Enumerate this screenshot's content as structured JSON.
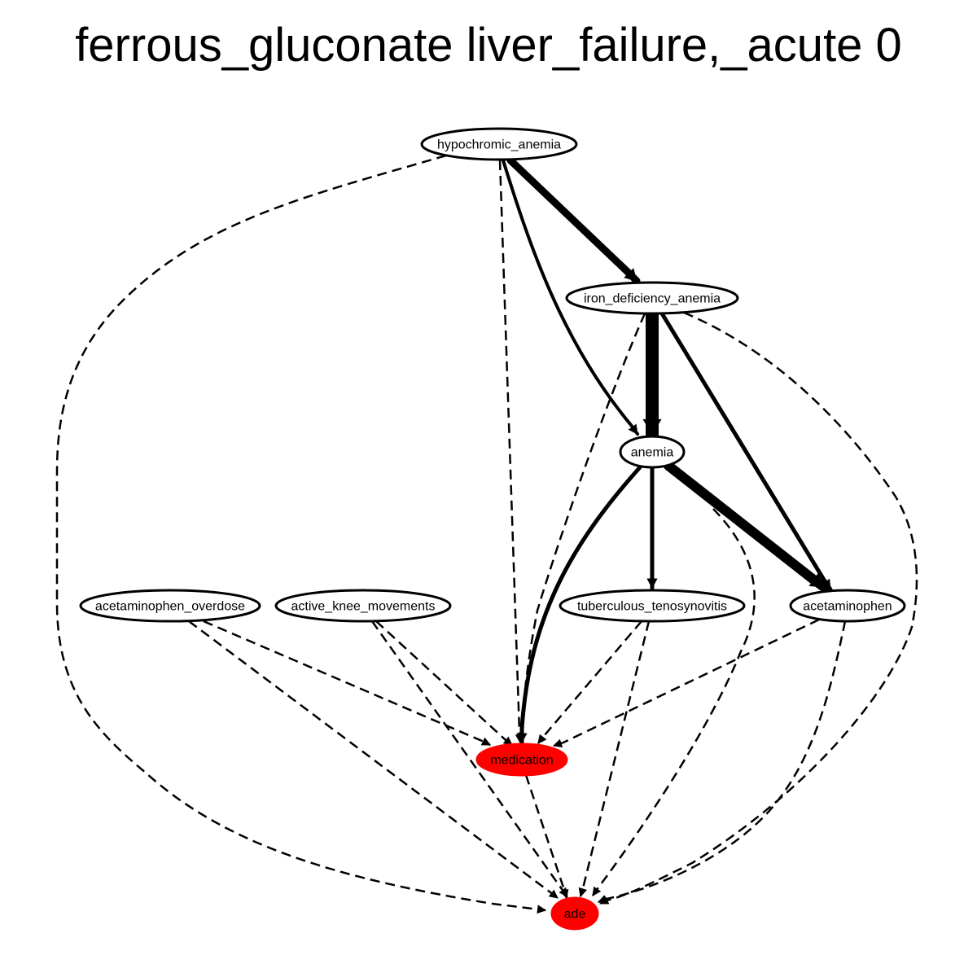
{
  "title": "ferrous_gluconate liver_failure,_acute 0",
  "colors": {
    "background": "#ffffff",
    "node_fill": "#ffffff",
    "node_stroke": "#000000",
    "highlight_fill": "#ff0000",
    "edge": "#000000"
  },
  "nodes": {
    "hypochromic_anemia": {
      "label": "hypochromic_anemia",
      "highlight": false
    },
    "iron_deficiency_anemia": {
      "label": "iron_deficiency_anemia",
      "highlight": false
    },
    "anemia": {
      "label": "anemia",
      "highlight": false
    },
    "acetaminophen_overdose": {
      "label": "acetaminophen_overdose",
      "highlight": false
    },
    "active_knee_movements": {
      "label": "active_knee_movements",
      "highlight": false
    },
    "tuberculous_tenosynovitis": {
      "label": "tuberculous_tenosynovitis",
      "highlight": false
    },
    "acetaminophen": {
      "label": "acetaminophen",
      "highlight": false
    },
    "medication": {
      "label": "medication",
      "highlight": true
    },
    "ade": {
      "label": "ade",
      "highlight": true
    }
  },
  "edges": [
    {
      "from": "hypochromic_anemia",
      "to": "iron_deficiency_anemia",
      "style": "solid",
      "weight": 9
    },
    {
      "from": "hypochromic_anemia",
      "to": "anemia",
      "style": "solid",
      "weight": 4
    },
    {
      "from": "hypochromic_anemia",
      "to": "medication",
      "style": "dashed",
      "weight": 2.5
    },
    {
      "from": "hypochromic_anemia",
      "to": "ade",
      "style": "dashed",
      "weight": 2.5
    },
    {
      "from": "iron_deficiency_anemia",
      "to": "anemia",
      "style": "solid",
      "weight": 16
    },
    {
      "from": "iron_deficiency_anemia",
      "to": "acetaminophen",
      "style": "solid",
      "weight": 5
    },
    {
      "from": "iron_deficiency_anemia",
      "to": "medication",
      "style": "dashed",
      "weight": 2.5
    },
    {
      "from": "iron_deficiency_anemia",
      "to": "ade",
      "style": "dashed",
      "weight": 2.5
    },
    {
      "from": "anemia",
      "to": "tuberculous_tenosynovitis",
      "style": "solid",
      "weight": 5
    },
    {
      "from": "anemia",
      "to": "acetaminophen",
      "style": "solid",
      "weight": 12
    },
    {
      "from": "anemia",
      "to": "medication",
      "style": "solid",
      "weight": 5
    },
    {
      "from": "anemia",
      "to": "ade",
      "style": "dashed",
      "weight": 2.5
    },
    {
      "from": "acetaminophen_overdose",
      "to": "medication",
      "style": "dashed",
      "weight": 2.5
    },
    {
      "from": "acetaminophen_overdose",
      "to": "ade",
      "style": "dashed",
      "weight": 2.5
    },
    {
      "from": "active_knee_movements",
      "to": "medication",
      "style": "dashed",
      "weight": 2.5
    },
    {
      "from": "active_knee_movements",
      "to": "ade",
      "style": "dashed",
      "weight": 2.5
    },
    {
      "from": "tuberculous_tenosynovitis",
      "to": "medication",
      "style": "dashed",
      "weight": 2.5
    },
    {
      "from": "tuberculous_tenosynovitis",
      "to": "ade",
      "style": "dashed",
      "weight": 2.5
    },
    {
      "from": "acetaminophen",
      "to": "medication",
      "style": "dashed",
      "weight": 2.5
    },
    {
      "from": "acetaminophen",
      "to": "ade",
      "style": "dashed",
      "weight": 2.5
    },
    {
      "from": "medication",
      "to": "ade",
      "style": "dashed",
      "weight": 2.5
    }
  ]
}
